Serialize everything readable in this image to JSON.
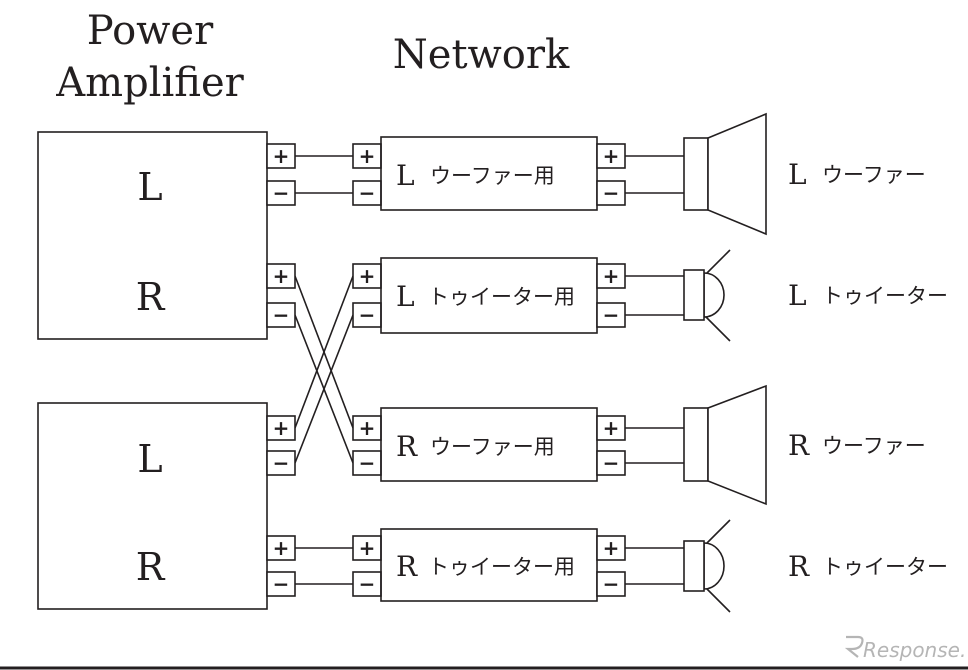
{
  "headings": {
    "amp_line1": "Power",
    "amp_line2": "Amplifier",
    "network": "Network"
  },
  "amplifiers": [
    {
      "top_label": "L",
      "bottom_label": "R"
    },
    {
      "top_label": "L",
      "bottom_label": "R"
    }
  ],
  "terminal_signs": {
    "plus": "+",
    "minus": "−"
  },
  "networks": [
    {
      "letter": "L",
      "label": "ウーファー用"
    },
    {
      "letter": "L",
      "label": "トゥイーター用"
    },
    {
      "letter": "R",
      "label": "ウーファー用"
    },
    {
      "letter": "R",
      "label": "トゥイーター用"
    }
  ],
  "speakers": [
    {
      "letter": "L",
      "label": "ウーファー",
      "kind": "woofer"
    },
    {
      "letter": "L",
      "label": "トゥイーター",
      "kind": "tweeter"
    },
    {
      "letter": "R",
      "label": "ウーファー",
      "kind": "woofer"
    },
    {
      "letter": "R",
      "label": "トゥイーター",
      "kind": "tweeter"
    }
  ],
  "watermark": "Response.",
  "colors": {
    "ink": "#231f20",
    "watermark": "#b5b5b5",
    "background": "#ffffff"
  }
}
